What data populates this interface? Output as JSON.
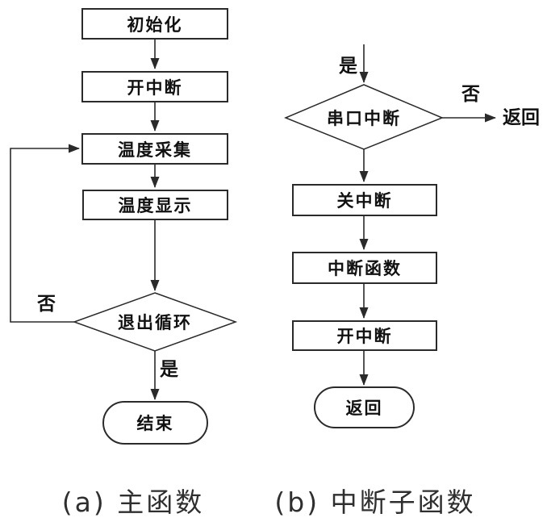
{
  "diagram": {
    "left": {
      "caption": "(a) 主函数",
      "nodes": {
        "init": "初始化",
        "open_interrupt": "开中断",
        "temp_collect": "温度采集",
        "temp_display": "温度显示",
        "exit_loop": "退出循环",
        "end": "结束"
      },
      "labels": {
        "no": "否",
        "yes": "是"
      }
    },
    "right": {
      "caption": "(b) 中断子函数",
      "nodes": {
        "serial_interrupt": "串口中断",
        "close_interrupt": "关中断",
        "interrupt_func": "中断函数",
        "open_interrupt": "开中断",
        "return_end": "返回"
      },
      "labels": {
        "yes": "是",
        "no": "否",
        "return_text": "返回"
      }
    },
    "colors": {
      "line": "#2a2a2a",
      "text": "#111111",
      "background": "#ffffff"
    }
  }
}
